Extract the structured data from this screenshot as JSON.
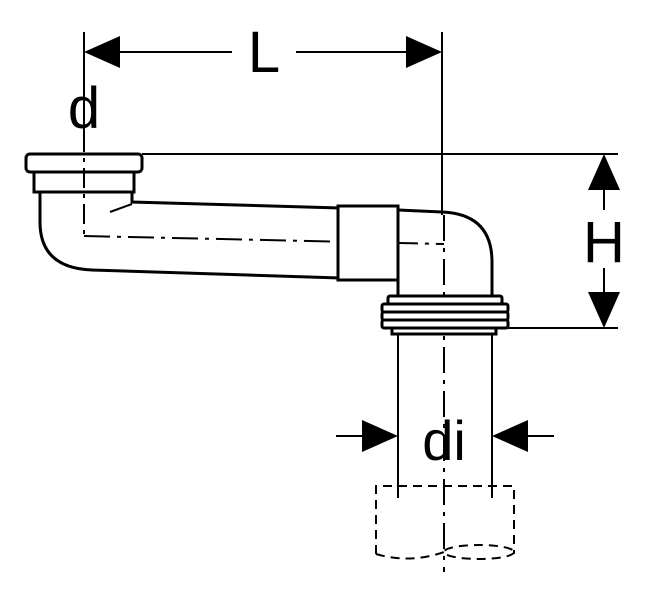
{
  "diagram": {
    "labels": {
      "length": "L",
      "outlet_diameter": "d",
      "height": "H",
      "inner_diameter": "di"
    },
    "colors": {
      "stroke": "#000000",
      "background": "#ffffff"
    }
  }
}
